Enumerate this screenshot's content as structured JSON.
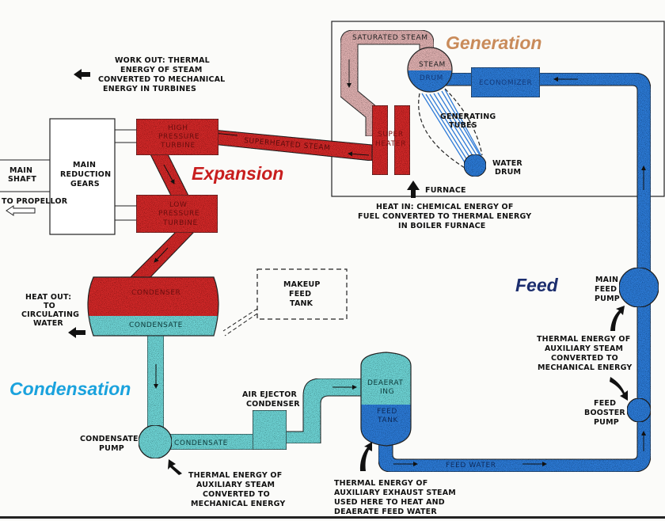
{
  "stages": {
    "generation": "Generation",
    "expansion": "Expansion",
    "feed": "Feed",
    "condensation": "Condensation"
  },
  "colors": {
    "steam_red": "#d42a2c",
    "saturated_pink": "#e2b2b2",
    "condensate_cyan": "#6fd7d8",
    "feed_blue": "#2f7bd8",
    "generation_label": "#c98b5a",
    "expansion_label": "#c81e1e",
    "feed_label": "#1c2e6e",
    "condensation_label": "#1aa2dd"
  },
  "annotations": {
    "work_out": [
      "WORK OUT: THERMAL",
      "ENERGY OF STEAM",
      "CONVERTED TO MECHANICAL",
      "ENERGY IN TURBINES"
    ],
    "heat_in": [
      "HEAT IN: CHEMICAL ENERGY OF",
      "FUEL CONVERTED TO THERMAL ENERGY",
      "IN BOILER FURNACE"
    ],
    "heat_out": [
      "HEAT OUT:",
      "TO",
      "CIRCULATING",
      "WATER"
    ],
    "aux_steam_main_feed": [
      "THERMAL ENERGY OF",
      "AUXILIARY STEAM",
      "CONVERTED TO",
      "MECHANICAL ENERGY"
    ],
    "aux_steam_condensate": [
      "THERMAL ENERGY OF",
      "AUXILIARY STEAM",
      "CONVERTED TO",
      "MECHANICAL ENERGY"
    ],
    "aux_exhaust": [
      "THERMAL ENERGY OF",
      "AUXILIARY EXHAUST STEAM",
      "USED HERE TO HEAT AND",
      "DEAERATE FEED WATER"
    ]
  },
  "components": {
    "saturated_steam": "SATURATED STEAM",
    "steam_drum_top": "STEAM",
    "steam_drum_bottom": "DRUM",
    "economizer": "ECONOMIZER",
    "generating_tubes": [
      "GENERATING",
      "TUBES"
    ],
    "water_drum": [
      "WATER",
      "DRUM"
    ],
    "superheater": [
      "SUPER",
      "HEATER"
    ],
    "furnace": "FURNACE",
    "superheated_steam": "SUPERHEATED STEAM",
    "hp_turbine": [
      "HIGH",
      "PRESSURE",
      "TURBINE"
    ],
    "lp_turbine": [
      "LOW",
      "PRESSURE",
      "TURBINE"
    ],
    "main_reduction_gears": [
      "MAIN",
      "REDUCTION",
      "GEARS"
    ],
    "main_shaft": [
      "MAIN",
      "SHAFT"
    ],
    "to_propellor": "TO PROPELLOR",
    "condenser": "CONDENSER",
    "condensate_in_condenser": "CONDENSATE",
    "makeup_feed_tank": [
      "MAKEUP",
      "FEED",
      "TANK"
    ],
    "condensate_pump": [
      "CONDENSATE",
      "PUMP"
    ],
    "condensate_pipe": "CONDENSATE",
    "air_ejector_condenser": [
      "AIR EJECTOR",
      "CONDENSER"
    ],
    "deaerating": [
      "DEAERAT",
      "ING"
    ],
    "feed_tank": [
      "FEED",
      "TANK"
    ],
    "feed_water": "FEED WATER",
    "feed_booster_pump": [
      "FEED",
      "BOOSTER",
      "PUMP"
    ],
    "main_feed_pump": [
      "MAIN",
      "FEED",
      "PUMP"
    ]
  }
}
